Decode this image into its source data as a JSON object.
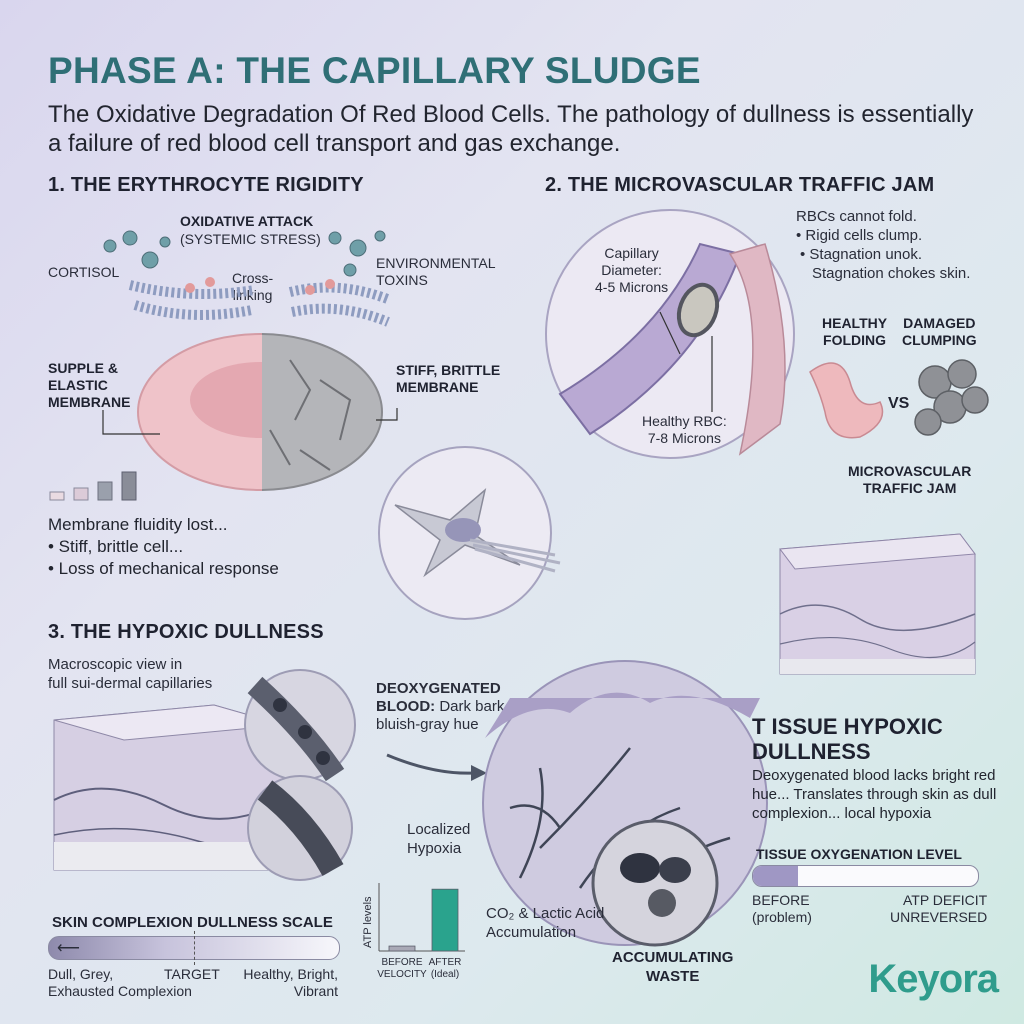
{
  "header": {
    "title": "PHASE A: THE CAPILLARY SLUDGE",
    "subtitle": "The Oxidative Degradation Of Red Blood Cells. The pathology of dullness is essentially a failure of red blood cell transport and gas exchange."
  },
  "section1": {
    "heading": "1. THE ERYTHROCYTE RIGIDITY",
    "oxidative_attack": "OXIDATIVE ATTACK",
    "systemic_stress": "(SYSTEMIC STRESS)",
    "cortisol": "CORTISOL",
    "cross_linking": "Cross-\nlinking",
    "environmental_toxins": "ENVIRONMENTAL\nTOXINS",
    "supple_label": "SUPPLE &\nELASTIC\nMEMBRANE",
    "stiff_label": "STIFF, BRITTLE\nMEMBRANE",
    "notes": [
      "Membrane fluidity lost...",
      "• Stiff, brittle cell...",
      "• Loss of mechanical response"
    ]
  },
  "section2": {
    "heading": "2. THE MICROVASCULAR TRAFFIC JAM",
    "capillary_diameter": "Capillary\nDiameter:\n4-5 Microns",
    "healthy_rbc": "Healthy RBC:\n7-8 Microns",
    "notes": [
      "RBCs cannot fold.",
      "• Rigid cells clump.",
      "• Stagnation unok.",
      "Stagnation chokes skin."
    ],
    "healthy_folding": "HEALTHY\nFOLDING",
    "damaged_clumping": "DAMAGED\nCLUMPING",
    "vs": "VS",
    "traffic_jam": "MICROVASCULAR\nTRAFFIC JAM"
  },
  "section3": {
    "heading": "3. THE HYPOXIC DULLNESS",
    "macro_view": "Macroscopic view in\nfull sui-dermal capillaries",
    "deoxy_bold": "DEOXYGENATED\nBLOOD:",
    "deoxy_text": " Dark bark\nbluish-gray hue",
    "localized_hypoxia": "Localized\nHypoxia",
    "co2_label": "CO₂ & Lactic Acid\nAccumulation",
    "accumulating_waste": "ACCUMULATING\nWASTE",
    "scale_title": "SKIN COMPLEXION DULLNESS SCALE",
    "scale_left": "Dull, Grey,\nExhausted Complexion",
    "scale_target": "TARGET",
    "scale_right": "Healthy, Bright,\nVibrant"
  },
  "tissue_panel": {
    "title": "T ISSUE HYPOXIC\nDULLNESS",
    "description": "Deoxygenated blood lacks bright red hue... Translates through skin as dull complexion... local hypoxia",
    "oxygenation_title": "TISSUE OXYGENATION LEVEL",
    "before_label": "BEFORE\n(problem)",
    "deficit_label": "ATP DEFICIT\nUNREVERSED",
    "oxygenation_level": 0.2
  },
  "chart_data": {
    "type": "bar",
    "categories": [
      "BEFORE\nVELOCITY",
      "AFTER\n(Ideal)"
    ],
    "values": [
      8,
      100
    ],
    "ylabel": "ATP levels",
    "ylim": [
      0,
      110
    ],
    "colors": [
      "#a9a9b6",
      "#2aa38d"
    ]
  },
  "brand": {
    "logo": "Keyora"
  },
  "colors": {
    "title": "#2f6f76",
    "accent": "#2aa38d",
    "rbc_healthy": "#f0c6cc",
    "rbc_damaged": "#a8aaae"
  }
}
